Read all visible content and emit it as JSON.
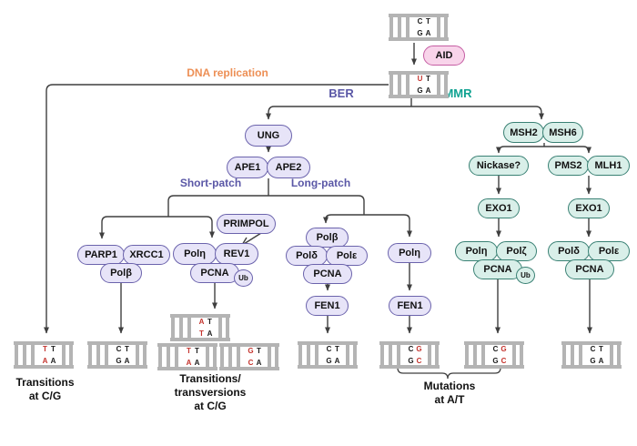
{
  "labels": {
    "dna_replication": "DNA replication",
    "ber": "BER",
    "mmr": "MMR",
    "short_patch": "Short-patch",
    "long_patch": "Long-patch"
  },
  "nodes": {
    "aid": "AID",
    "ung": "UNG",
    "ape1": "APE1",
    "ape2": "APE2",
    "primpol": "PRIMPOL",
    "parp1": "PARP1",
    "xrcc1": "XRCC1",
    "polb_sp": "Polβ",
    "poleta_sp": "Polη",
    "rev1": "REV1",
    "pcna_sp": "PCNA",
    "ub_sp": "Ub",
    "polb_lp": "Polβ",
    "pold_lp": "Polδ",
    "pole_lp": "Polε",
    "pcna_lp": "PCNA",
    "fen1_a": "FEN1",
    "poleta_lp": "Polη",
    "fen1_b": "FEN1",
    "msh2": "MSH2",
    "msh6": "MSH6",
    "nickase": "Nickase?",
    "pms2": "PMS2",
    "mlh1": "MLH1",
    "exo1_l": "EXO1",
    "exo1_r": "EXO1",
    "poleta_mmr": "Polη",
    "polzeta": "Polζ",
    "pcna_mmr1": "PCNA",
    "ub_mmr": "Ub",
    "pold_mmr": "Polδ",
    "pole_mmr": "Polε",
    "pcna_mmr2": "PCNA"
  },
  "outcomes": {
    "transitions": {
      "line1": "Transitions",
      "line2": "at C/G"
    },
    "transversions": {
      "line1": "Transitions/",
      "line2": "transversions",
      "line3": "at C/G"
    },
    "mutations": {
      "line1": "Mutations",
      "line2": "at A/T"
    }
  },
  "ladders": {
    "start": {
      "letters": [
        "C",
        "T",
        "G",
        "A"
      ],
      "cls": [
        "bp",
        "bp",
        "bp",
        "bp"
      ]
    },
    "deaminated": {
      "letters": [
        "U",
        "T",
        "G",
        "A"
      ],
      "cls": [
        "bp mut",
        "bp",
        "bp",
        "bp"
      ]
    },
    "replication": {
      "letters": [
        "T",
        "T",
        "A",
        "A"
      ],
      "cls": [
        "bp mut",
        "bp",
        "bp mut",
        "bp"
      ]
    },
    "sp_faithful": {
      "letters": [
        "C",
        "T",
        "G",
        "A"
      ],
      "cls": [
        "bp",
        "bp",
        "bp",
        "bp"
      ]
    },
    "sp_mut1": {
      "letters": [
        "A",
        "T",
        "T",
        "A"
      ],
      "cls": [
        "bp mut",
        "bp",
        "bp mut",
        "bp"
      ]
    },
    "sp_mut2": {
      "letters": [
        "T",
        "T",
        "A",
        "A"
      ],
      "cls": [
        "bp mut",
        "bp",
        "bp mut",
        "bp"
      ]
    },
    "sp_mut3": {
      "letters": [
        "G",
        "T",
        "C",
        "A"
      ],
      "cls": [
        "bp mut",
        "bp",
        "bp mut",
        "bp"
      ]
    },
    "lp_faithful": {
      "letters": [
        "C",
        "T",
        "G",
        "A"
      ],
      "cls": [
        "bp",
        "bp",
        "bp",
        "bp"
      ]
    },
    "lp_mut": {
      "letters": [
        "C",
        "G",
        "G",
        "C"
      ],
      "cls": [
        "bp",
        "bp mut",
        "bp",
        "bp mut"
      ]
    },
    "mmr_mut": {
      "letters": [
        "C",
        "G",
        "G",
        "C"
      ],
      "cls": [
        "bp",
        "bp mut",
        "bp",
        "bp mut"
      ]
    },
    "mmr_faithful": {
      "letters": [
        "C",
        "T",
        "G",
        "A"
      ],
      "cls": [
        "bp",
        "bp",
        "bp",
        "bp"
      ]
    }
  },
  "colors": {
    "replication_label": "#ED8F55",
    "ber_accent": "#5A57A6",
    "ber_fill": "#E7E4F8",
    "ber_border": "#6B63AC",
    "mmr_accent": "#0FA291",
    "mmr_fill": "#D9EFE9",
    "mmr_border": "#3A8174",
    "aid_fill": "#F8D4EA",
    "aid_border": "#C55DA3",
    "mutation_base": "#C4322C",
    "connector": "#3F3F3F",
    "ladder_gray": "#B4B4B4"
  }
}
